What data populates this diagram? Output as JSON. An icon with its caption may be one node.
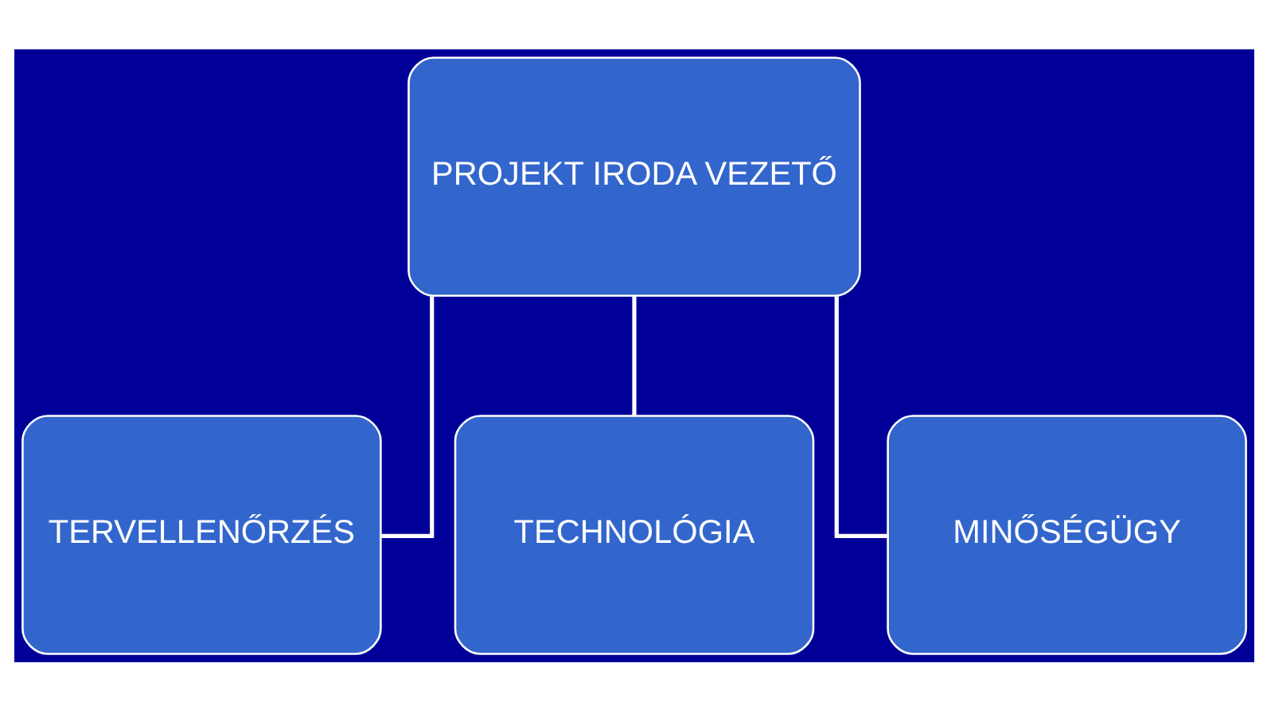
{
  "diagram": {
    "nodes": [
      {
        "text": [
          "PROJEKT IRODA VEZETŐ"
        ]
      },
      {
        "text": [
          "TERVELLENŐRZÉS"
        ]
      },
      {
        "text": [
          "TECHNOLÓGIA"
        ]
      },
      {
        "text": [
          "MINŐSÉGÜGY"
        ]
      }
    ],
    "edges": [
      {
        "from": 0,
        "to": 1,
        "arrow": "none"
      },
      {
        "from": 0,
        "to": 2,
        "arrow": "none"
      },
      {
        "from": 0,
        "to": 3,
        "arrow": "none"
      }
    ]
  }
}
